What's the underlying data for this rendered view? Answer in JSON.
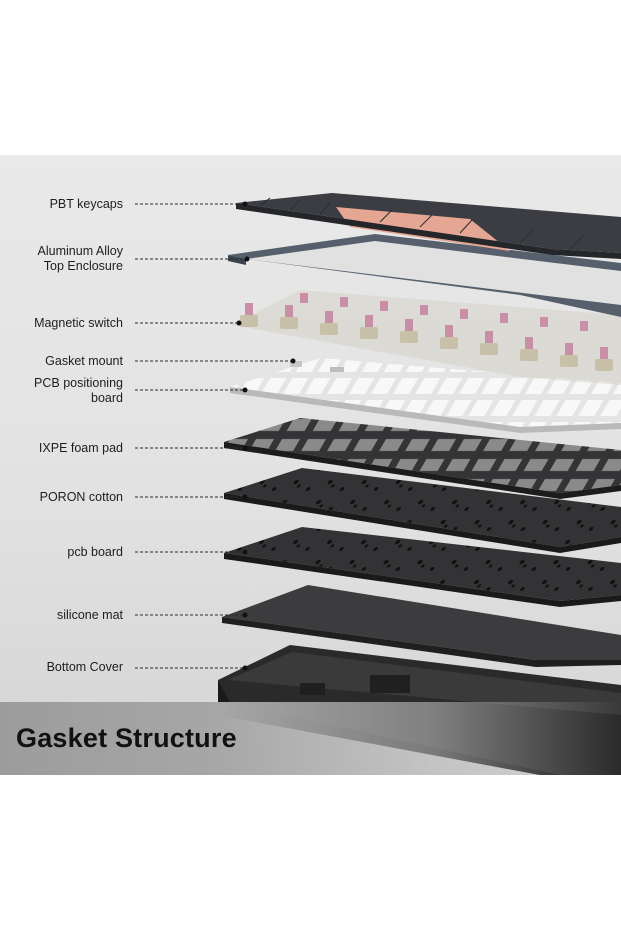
{
  "title": "Gasket Structure",
  "layers": [
    {
      "label": "PBT keycaps"
    },
    {
      "label": "Aluminum Alloy\nTop Enclosure"
    },
    {
      "label": "Magnetic switch"
    },
    {
      "label": "Gasket mount"
    },
    {
      "label": "PCB positioning\nboard"
    },
    {
      "label": "IXPE foam pad"
    },
    {
      "label": "PORON cotton"
    },
    {
      "label": "pcb board"
    },
    {
      "label": "silicone mat"
    },
    {
      "label": "Bottom Cover"
    }
  ],
  "colors": {
    "keycap_dark": "#3b3d42",
    "keycap_accent": "#e6a694",
    "enclosure": "#4f5a66",
    "switch_stem": "#c98fa6",
    "switch_housing": "#c8c0a8",
    "plate": "#d9d9d9",
    "foam": "#2e2e30",
    "bottom": "#262626"
  }
}
